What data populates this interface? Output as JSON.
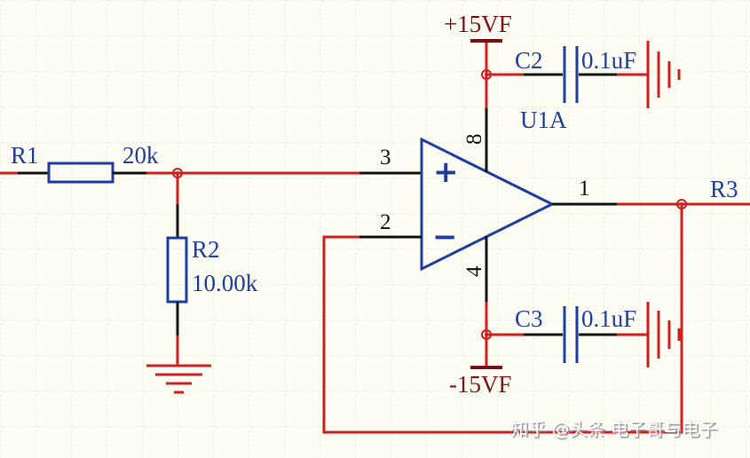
{
  "components": {
    "r1": {
      "ref": "R1",
      "value": "20k"
    },
    "r2": {
      "ref": "R2",
      "value": "10.00k"
    },
    "r3": {
      "ref": "R3"
    },
    "c2": {
      "ref": "C2",
      "value": "0.1uF"
    },
    "c3": {
      "ref": "C3",
      "value": "0.1uF"
    },
    "u1": {
      "ref": "U1A",
      "plus_sign": "+",
      "minus_sign": "−"
    }
  },
  "power": {
    "positive": "+15VF",
    "negative": "-15VF"
  },
  "pins": {
    "non_inverting": "3",
    "inverting": "2",
    "output": "1",
    "vplus": "8",
    "vminus": "4"
  },
  "watermark": {
    "text": "知乎 @头条 电子哥与电子"
  },
  "colors": {
    "wire": "#cc1f1f",
    "component": "#1e3c9c",
    "pin": "#111111",
    "power_label": "#7a1010",
    "background": "#fdfdf4"
  }
}
